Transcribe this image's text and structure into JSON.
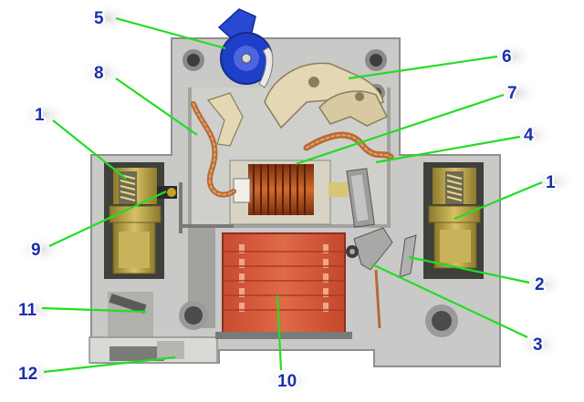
{
  "colors": {
    "housing": "#c9c9c7",
    "housing_shadow": "#9d9d9b",
    "background": "#ffffff",
    "leader_line": "#22dd22",
    "label_text": "#1c2fae",
    "arc_chute": "#d65a3c",
    "coil_copper": "#b4521c",
    "lever_blue": "#1f3fc8",
    "beige_part": "#e3d7b4",
    "terminal_brass": "#b9a24a"
  },
  "labels": {
    "left_terminal": "1",
    "right_terminal": "1",
    "bimetal": "2",
    "moving_contact": "3",
    "fixed_contact_holder": "4",
    "handle_lever": "5",
    "trip_mechanism": "6",
    "solenoid_coil": "7",
    "braided_wire": "8",
    "adjust_screw": "9",
    "arc_chute": "10",
    "housing_slot": "11",
    "din_rail_clip": "12"
  }
}
